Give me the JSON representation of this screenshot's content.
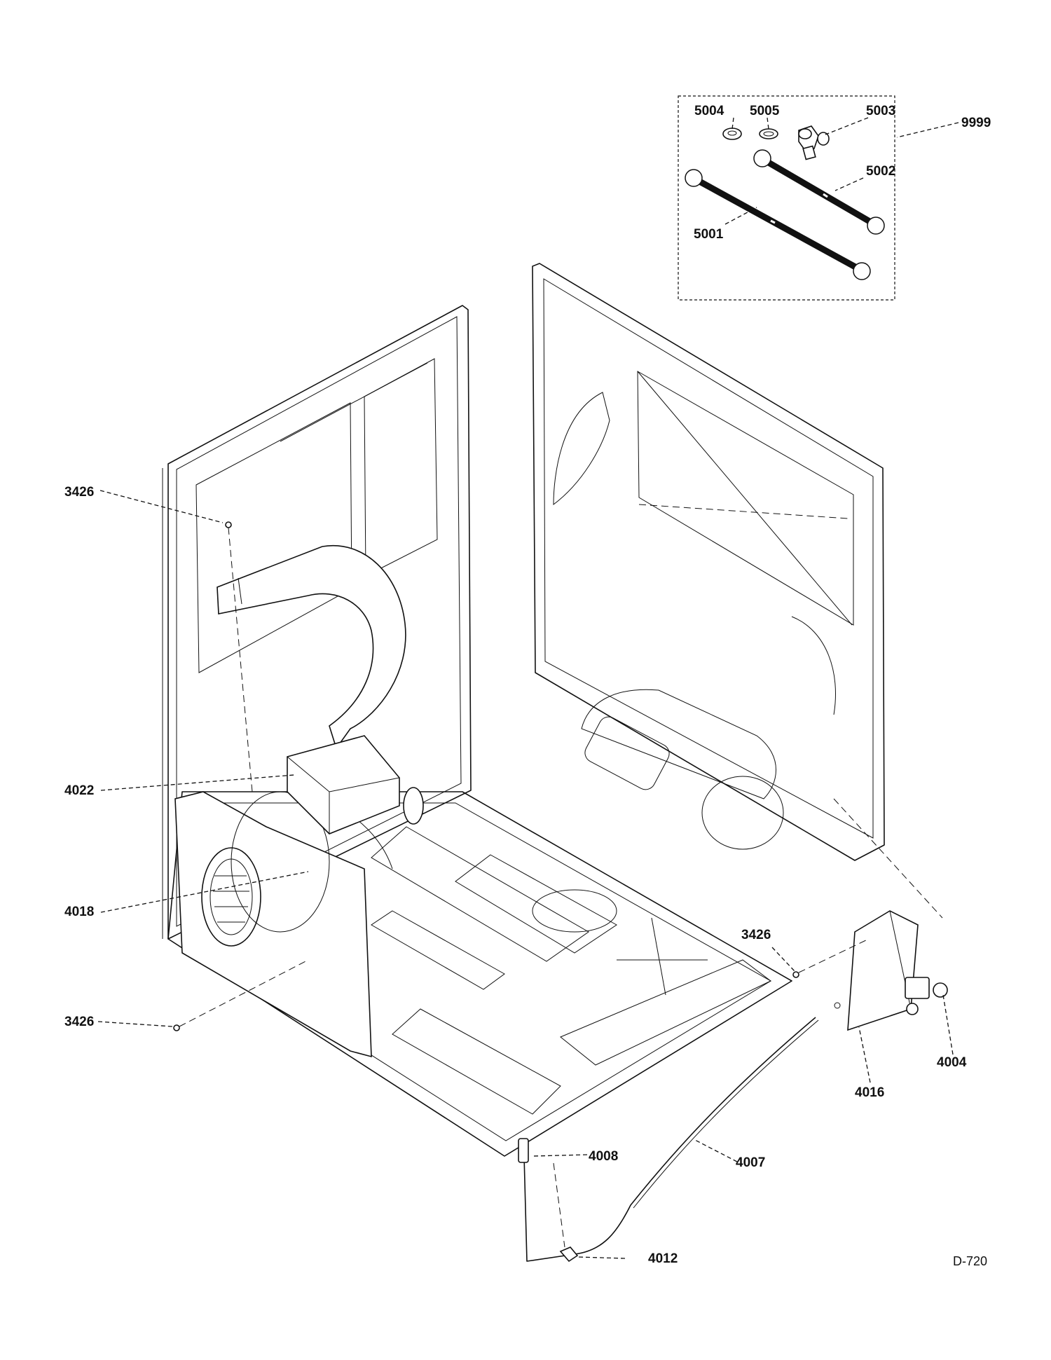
{
  "drawing_code": "D-720",
  "callouts": {
    "c3426_top": "3426",
    "c4018": "4018",
    "c4022": "4022",
    "c3426_left": "3426",
    "c3426_right": "3426",
    "c4004": "4004",
    "c4016": "4016",
    "c4007": "4007",
    "c4008": "4008",
    "c4012": "4012",
    "c5004": "5004",
    "c5005": "5005",
    "c5003": "5003",
    "c5002": "5002",
    "c5001": "5001",
    "c9999": "9999"
  }
}
